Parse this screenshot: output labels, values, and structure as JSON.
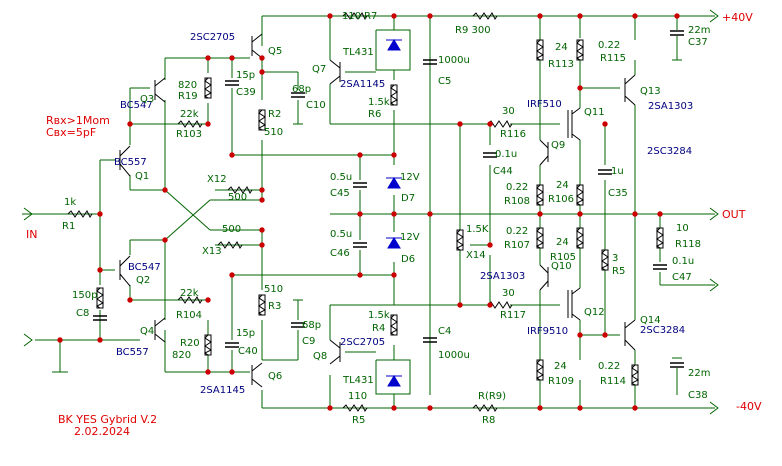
{
  "rails": {
    "pos": "+40V",
    "neg": "-40V",
    "out": "OUT",
    "in": "IN"
  },
  "note": {
    "rin": "Rвх>1Mom",
    "cin": "Cвх=5pF"
  },
  "title": {
    "line1": "BK  YES Gybrid  V.2",
    "line2": "2.02.2024"
  },
  "colors": {
    "wire": "#006400",
    "dot": "#cc0000",
    "note": "#e00000",
    "part": "#000080"
  },
  "labels": [
    {
      "id": "q5n",
      "t": "2SC2705"
    },
    {
      "id": "q5",
      "t": "Q5"
    },
    {
      "id": "r7v",
      "t": "110"
    },
    {
      "id": "r7",
      "t": "R7"
    },
    {
      "id": "r9",
      "t": "R9  300"
    },
    {
      "id": "c37v",
      "t": "22m"
    },
    {
      "id": "c37",
      "t": "C37"
    },
    {
      "id": "r113v",
      "t": "24"
    },
    {
      "id": "r113",
      "t": "R113"
    },
    {
      "id": "r115v",
      "t": "0.22"
    },
    {
      "id": "r115",
      "t": "R115"
    },
    {
      "id": "tl1",
      "t": "TL431"
    },
    {
      "id": "c5v",
      "t": "1000u"
    },
    {
      "id": "c5",
      "t": "C5"
    },
    {
      "id": "bc547a",
      "t": "BC547"
    },
    {
      "id": "q3",
      "t": "Q3"
    },
    {
      "id": "r19v",
      "t": "820"
    },
    {
      "id": "r19",
      "t": "R19"
    },
    {
      "id": "c39v",
      "t": "15p"
    },
    {
      "id": "c39",
      "t": "C39"
    },
    {
      "id": "q7",
      "t": "Q7"
    },
    {
      "id": "q7n",
      "t": "2SA1145"
    },
    {
      "id": "c10v",
      "t": "68p"
    },
    {
      "id": "c10",
      "t": "C10"
    },
    {
      "id": "r6v",
      "t": "1.5k"
    },
    {
      "id": "r6",
      "t": "R6"
    },
    {
      "id": "q13",
      "t": "Q13"
    },
    {
      "id": "q13n",
      "t": "2SA1303"
    },
    {
      "id": "irf510",
      "t": "IRF510"
    },
    {
      "id": "q11",
      "t": "Q11"
    },
    {
      "id": "r116v",
      "t": "30"
    },
    {
      "id": "r116",
      "t": "R116"
    },
    {
      "id": "r103v",
      "t": "22k"
    },
    {
      "id": "r103",
      "t": "R103"
    },
    {
      "id": "r2",
      "t": "R2"
    },
    {
      "id": "r2v",
      "t": "510"
    },
    {
      "id": "bc557a",
      "t": "BC557"
    },
    {
      "id": "q1",
      "t": "Q1"
    },
    {
      "id": "q9",
      "t": "Q9"
    },
    {
      "id": "c44v",
      "t": "0.1u"
    },
    {
      "id": "c44",
      "t": "C44"
    },
    {
      "id": "q13b",
      "t": "2SC3284"
    },
    {
      "id": "x12",
      "t": "X12"
    },
    {
      "id": "p500a",
      "t": "500"
    },
    {
      "id": "c45v",
      "t": "0.5u"
    },
    {
      "id": "c45",
      "t": "C45"
    },
    {
      "id": "d7v",
      "t": "12V"
    },
    {
      "id": "d7",
      "t": "D7"
    },
    {
      "id": "r108v",
      "t": "0.22"
    },
    {
      "id": "r108",
      "t": "R108"
    },
    {
      "id": "r106v",
      "t": "24"
    },
    {
      "id": "r106",
      "t": "R106"
    },
    {
      "id": "c35v",
      "t": "1u"
    },
    {
      "id": "c35",
      "t": "C35"
    },
    {
      "id": "r1v",
      "t": "1k"
    },
    {
      "id": "r1",
      "t": "R1"
    },
    {
      "id": "r118v",
      "t": "10"
    },
    {
      "id": "r118",
      "t": "R118"
    },
    {
      "id": "x14v",
      "t": "1.5K"
    },
    {
      "id": "x14",
      "t": "X14"
    },
    {
      "id": "c46v",
      "t": "0.5u"
    },
    {
      "id": "c46",
      "t": "C46"
    },
    {
      "id": "d6v",
      "t": "12V"
    },
    {
      "id": "d6",
      "t": "D6"
    },
    {
      "id": "r107v",
      "t": "0.22"
    },
    {
      "id": "r107",
      "t": "R107"
    },
    {
      "id": "r105v",
      "t": "24"
    },
    {
      "id": "r105",
      "t": "R105"
    },
    {
      "id": "q10",
      "t": "Q10"
    },
    {
      "id": "r5pv",
      "t": "3"
    },
    {
      "id": "r5p",
      "t": "R5"
    },
    {
      "id": "c47v",
      "t": "0.1u"
    },
    {
      "id": "c47",
      "t": "C47"
    },
    {
      "id": "x13",
      "t": "X13"
    },
    {
      "id": "p500b",
      "t": "500"
    },
    {
      "id": "bc547b",
      "t": "BC547"
    },
    {
      "id": "q2",
      "t": "Q2"
    },
    {
      "id": "q10n",
      "t": "2SA1303"
    },
    {
      "id": "c8v",
      "t": "150p"
    },
    {
      "id": "c8",
      "t": "C8"
    },
    {
      "id": "r104v",
      "t": "22k"
    },
    {
      "id": "r104",
      "t": "R104"
    },
    {
      "id": "r3v",
      "t": "510"
    },
    {
      "id": "r3",
      "t": "R3"
    },
    {
      "id": "r117v",
      "t": "30"
    },
    {
      "id": "r117",
      "t": "R117"
    },
    {
      "id": "q4",
      "t": "Q4"
    },
    {
      "id": "r20",
      "t": "R20"
    },
    {
      "id": "c40v",
      "t": "15p"
    },
    {
      "id": "c40",
      "t": "C40"
    },
    {
      "id": "c9v",
      "t": "68p"
    },
    {
      "id": "c9",
      "t": "C9"
    },
    {
      "id": "r4v",
      "t": "1.5k"
    },
    {
      "id": "r4",
      "t": "R4"
    },
    {
      "id": "c4",
      "t": "C4"
    },
    {
      "id": "c4v",
      "t": "1000u"
    },
    {
      "id": "irf9510",
      "t": "IRF9510"
    },
    {
      "id": "q12",
      "t": "Q12"
    },
    {
      "id": "q14",
      "t": "Q14"
    },
    {
      "id": "q14n",
      "t": "2SC3284"
    },
    {
      "id": "bc557b",
      "t": "BC557"
    },
    {
      "id": "r20v",
      "t": "820"
    },
    {
      "id": "q8",
      "t": "Q8"
    },
    {
      "id": "q8n",
      "t": "2SC2705"
    },
    {
      "id": "tl2",
      "t": "TL431"
    },
    {
      "id": "q6n",
      "t": "2SA1145"
    },
    {
      "id": "q6",
      "t": "Q6"
    },
    {
      "id": "r109v",
      "t": "24"
    },
    {
      "id": "r109",
      "t": "R109"
    },
    {
      "id": "r114v",
      "t": "0.22"
    },
    {
      "id": "r114",
      "t": "R114"
    },
    {
      "id": "c38v",
      "t": "22m"
    },
    {
      "id": "c38",
      "t": "C38"
    },
    {
      "id": "r5v",
      "t": "110"
    },
    {
      "id": "r5",
      "t": "R5"
    },
    {
      "id": "r8v",
      "t": "R(R9)"
    },
    {
      "id": "r8",
      "t": "R8"
    }
  ]
}
